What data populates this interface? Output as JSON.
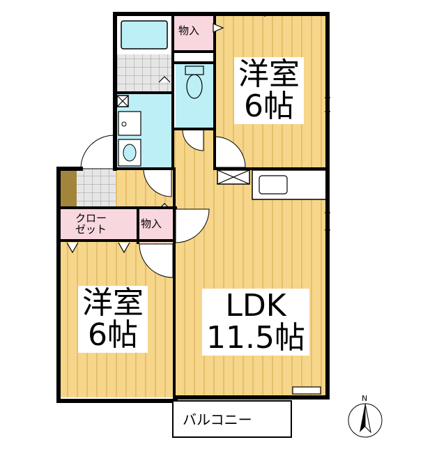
{
  "rooms": {
    "room_ne": {
      "name": "洋室",
      "size": "6帖"
    },
    "room_sw": {
      "name": "洋室",
      "size": "6帖"
    },
    "ldk": {
      "name": "LDK",
      "size": "11.5帖"
    }
  },
  "storage": {
    "top": "物入",
    "middle": "物入",
    "closet_line1": "クロー",
    "closet_line2": "ゼット"
  },
  "balcony": "バルコニー",
  "compass": "N",
  "colors": {
    "wood_floor": "#F6D68A",
    "wood_stripe": "#D6A84E",
    "bath_fixtures": "#BDEFF6",
    "storage": "#F8D7DF",
    "tile": "#D9D9D9",
    "wall": "#000000"
  }
}
